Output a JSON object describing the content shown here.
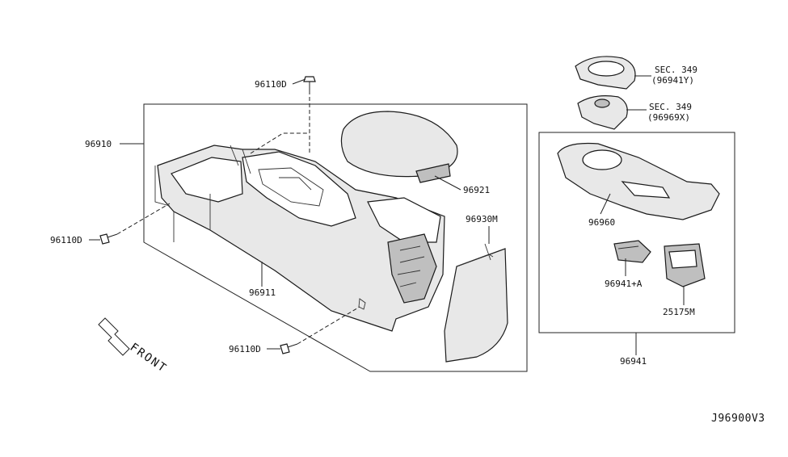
{
  "diagram_id": "J96900V3",
  "front_label": "FRONT",
  "labels": {
    "bolt_top": "96110D",
    "bolt_left": "96110D",
    "bolt_bottom": "96110D",
    "console_assy": "96910",
    "console_body": "96911",
    "lid": "96921",
    "side_panel": "96930M",
    "sec349_a": "SEC. 349",
    "sec349_a_sub": "(96941Y)",
    "sec349_b": "SEC. 349",
    "sec349_b_sub": "(96969X)",
    "finisher": "96960",
    "switch_a": "96941+A",
    "switch_b": "25175M",
    "finisher_assy": "96941"
  }
}
